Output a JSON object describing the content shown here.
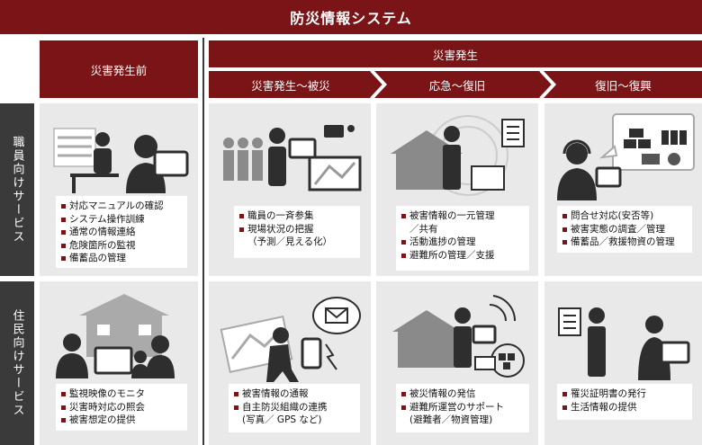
{
  "title": "防災情報システム",
  "headers": {
    "before": "災害発生前",
    "disaster": "災害発生",
    "phase1": "災害発生～被災",
    "phase2": "応急～復旧",
    "phase3": "復旧～復興"
  },
  "rows": {
    "staff": "職員向けサービス",
    "resident": "住民向けサービス"
  },
  "staff": {
    "before": [
      "対応マニュアルの確認",
      "システム操作訓練",
      "通常の情報連絡",
      "危険箇所の監視",
      "備蓄品の管理"
    ],
    "phase1": [
      "職員の一斉参集",
      "現場状況の把握",
      "（予測／見える化）"
    ],
    "phase2": [
      "被害情報の一元管理",
      "／共有",
      "活動進捗の管理",
      "避難所の管理／支援"
    ],
    "phase3": [
      "問合せ対応(安否等)",
      "被害実態の調査／管理",
      "備蓄品／救援物資の管理"
    ]
  },
  "resident": {
    "before": [
      "監視映像のモニタ",
      "災害時対応の照会",
      "被害想定の提供"
    ],
    "phase1": [
      "被害情報の通報",
      "自主防災組織の連携",
      "(写真／ GPS など)"
    ],
    "phase2": [
      "被災情報の発信",
      "避難所運営のサポート",
      "(避難者／物資管理)"
    ],
    "phase3": [
      "罹災証明書の発行",
      "生活情報の提供"
    ]
  },
  "colors": {
    "accent": "#7b1416",
    "dark": "#3a3a3a",
    "cell": "#e9e9e9",
    "icon": "#2e2e2e"
  }
}
